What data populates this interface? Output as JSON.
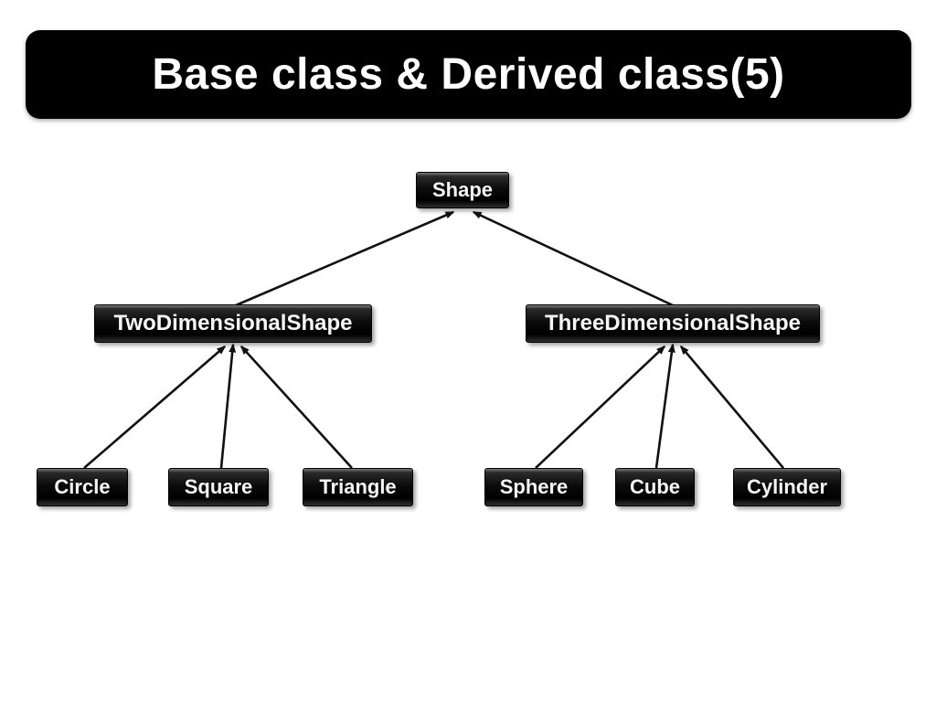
{
  "slide": {
    "title": "Base class & Derived class(5)",
    "background_color": "#ffffff",
    "title_bg_color": "#000000",
    "title_text_color": "#ffffff"
  },
  "diagram": {
    "type": "inheritance-tree",
    "arrow_style": "solid-filled-arrowhead",
    "arrow_direction": "derived-to-base",
    "arrow_color": "#111111",
    "node_bg_color": "#000000",
    "node_text_color": "#ffffff",
    "nodes": [
      {
        "id": "shape",
        "label": "Shape",
        "level": 0
      },
      {
        "id": "two-dimensional-shape",
        "label": "TwoDimensionalShape",
        "level": 1
      },
      {
        "id": "three-dimensional-shape",
        "label": "ThreeDimensionalShape",
        "level": 1
      },
      {
        "id": "circle",
        "label": "Circle",
        "level": 2
      },
      {
        "id": "square",
        "label": "Square",
        "level": 2
      },
      {
        "id": "triangle",
        "label": "Triangle",
        "level": 2
      },
      {
        "id": "sphere",
        "label": "Sphere",
        "level": 2
      },
      {
        "id": "cube",
        "label": "Cube",
        "level": 2
      },
      {
        "id": "cylinder",
        "label": "Cylinder",
        "level": 2
      }
    ],
    "edges": [
      {
        "from": "TwoDimensionalShape",
        "to": "Shape"
      },
      {
        "from": "ThreeDimensionalShape",
        "to": "Shape"
      },
      {
        "from": "Circle",
        "to": "TwoDimensionalShape"
      },
      {
        "from": "Square",
        "to": "TwoDimensionalShape"
      },
      {
        "from": "Triangle",
        "to": "TwoDimensionalShape"
      },
      {
        "from": "Sphere",
        "to": "ThreeDimensionalShape"
      },
      {
        "from": "Cube",
        "to": "ThreeDimensionalShape"
      },
      {
        "from": "Cylinder",
        "to": "ThreeDimensionalShape"
      }
    ]
  }
}
